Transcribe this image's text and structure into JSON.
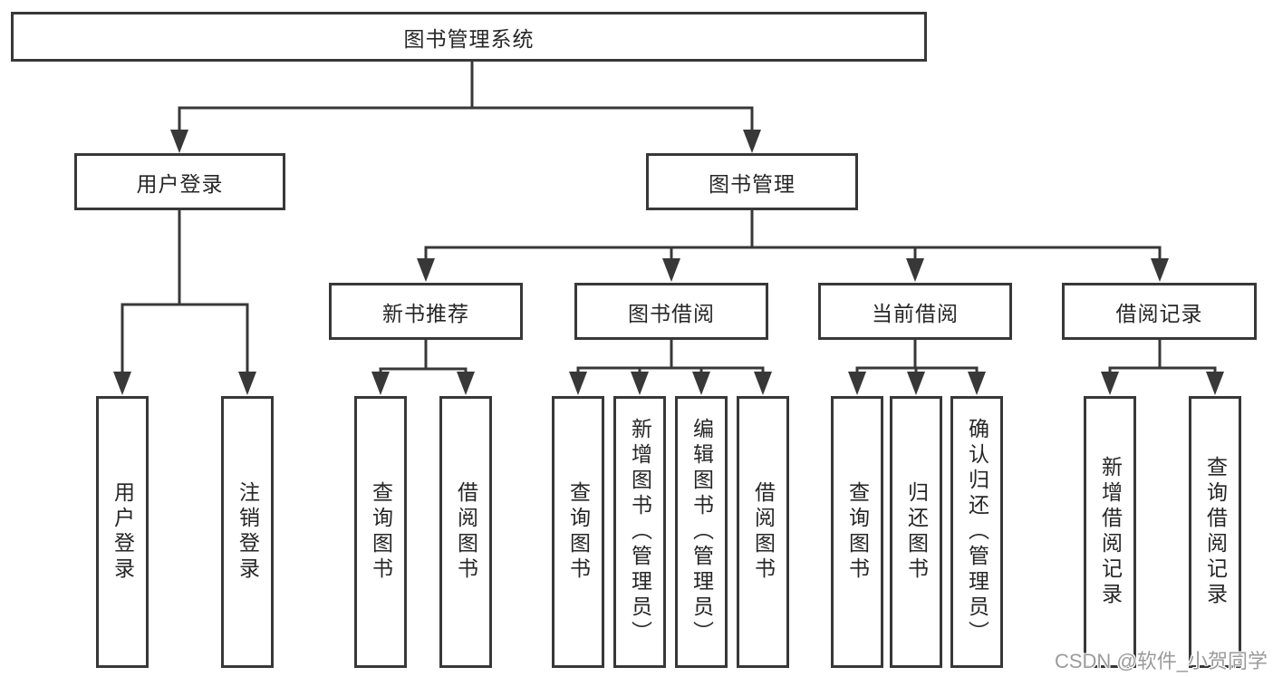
{
  "tree": {
    "root": {
      "label": "图书管理系统"
    },
    "branches": [
      {
        "label": "用户登录",
        "children": [
          {
            "label": "用户登录"
          },
          {
            "label": "注销登录"
          }
        ]
      },
      {
        "label": "图书管理",
        "children": [
          {
            "label": "新书推荐",
            "children": [
              {
                "label": "查询图书"
              },
              {
                "label": "借阅图书"
              }
            ]
          },
          {
            "label": "图书借阅",
            "children": [
              {
                "label": "查询图书"
              },
              {
                "label": "新增图书（管理员）"
              },
              {
                "label": "编辑图书（管理员）"
              },
              {
                "label": "借阅图书"
              }
            ]
          },
          {
            "label": "当前借阅",
            "children": [
              {
                "label": "查询图书"
              },
              {
                "label": "归还图书"
              },
              {
                "label": "确认归还（管理员）"
              }
            ]
          },
          {
            "label": "借阅记录",
            "children": [
              {
                "label": "新增借阅记录"
              },
              {
                "label": "查询借阅记录"
              }
            ]
          }
        ]
      }
    ]
  },
  "watermark": {
    "text": "CSDN @软件_小贺同学"
  },
  "colors": {
    "line": "#383838",
    "node_text": "#262626",
    "background": "#ffffff",
    "watermark": "#9b9b9b"
  }
}
